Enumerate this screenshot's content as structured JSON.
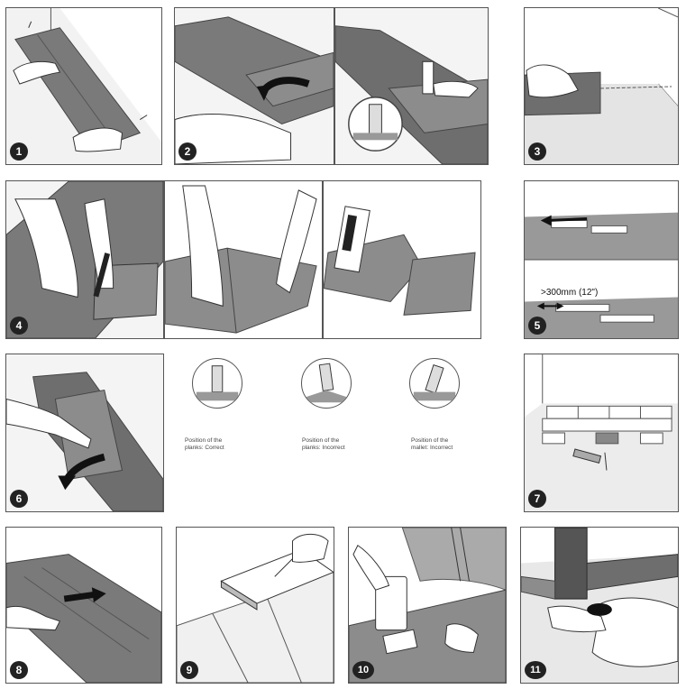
{
  "steps": [
    {
      "number": "1"
    },
    {
      "number": "2"
    },
    {
      "number": "3"
    },
    {
      "number": "4"
    },
    {
      "number": "5"
    },
    {
      "number": "6"
    },
    {
      "number": "7"
    },
    {
      "number": "8"
    },
    {
      "number": "9"
    },
    {
      "number": "10"
    },
    {
      "number": "11"
    }
  ],
  "step5": {
    "measurement": ">300mm (12\")"
  },
  "mallet_positions": [
    {
      "line1": "Position of the",
      "line2": "planks: Correct"
    },
    {
      "line1": "Position of the",
      "line2": "planks: Incorrect"
    },
    {
      "line1": "Position of the",
      "line2": "mallet: Incorrect"
    }
  ],
  "colors": {
    "floor": "#8c8c8c",
    "plank_dark": "#6e6e6e",
    "line": "#444444",
    "badge": "#222222"
  }
}
